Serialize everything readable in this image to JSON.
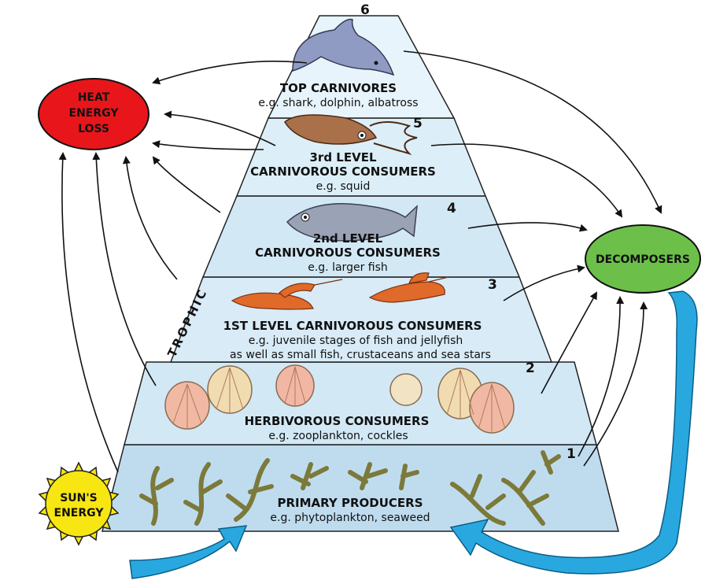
{
  "pyramid": {
    "levels": [
      {
        "number": "1",
        "title": "PRIMARY PRODUCERS",
        "subtitle": "e.g. phytoplankton, seaweed"
      },
      {
        "number": "2",
        "title": "HERBIVOROUS CONSUMERS",
        "subtitle": "e.g. zooplankton, cockles"
      },
      {
        "number": "3",
        "title": "1ST LEVEL CARNIVOROUS CONSUMERS",
        "subtitle": "e.g. juvenile stages of fish and jellyfish",
        "subtitle2": "as well as small fish, crustaceans and sea stars"
      },
      {
        "number": "4",
        "title": "2nd LEVEL",
        "title2": "CARNIVOROUS CONSUMERS",
        "subtitle": "e.g. larger fish"
      },
      {
        "number": "5",
        "title": "3rd LEVEL",
        "title2": "CARNIVOROUS CONSUMERS",
        "subtitle": "e.g. squid"
      },
      {
        "number": "6",
        "title": "TOP CARNIVORES",
        "subtitle": "e.g. shark, dolphin, albatross"
      }
    ],
    "side_label": "TROPHIC"
  },
  "nodes": {
    "heat": {
      "line1": "HEAT",
      "line2": "ENERGY",
      "line3": "LOSS",
      "color": "#e8161b"
    },
    "decomposers": {
      "label": "DECOMPOSERS",
      "color": "#6cc04a"
    },
    "sun": {
      "line1": "SUN'S",
      "line2": "ENERGY",
      "color": "#f7e612"
    }
  },
  "icons": [
    "seaweed-icon",
    "cockle-shell-icon",
    "lobster-icon",
    "fish-icon",
    "squid-icon",
    "dolphin-icon"
  ],
  "colors": {
    "level_fill": "#cfe6f4",
    "arrow_blue": "#29a8e0"
  }
}
